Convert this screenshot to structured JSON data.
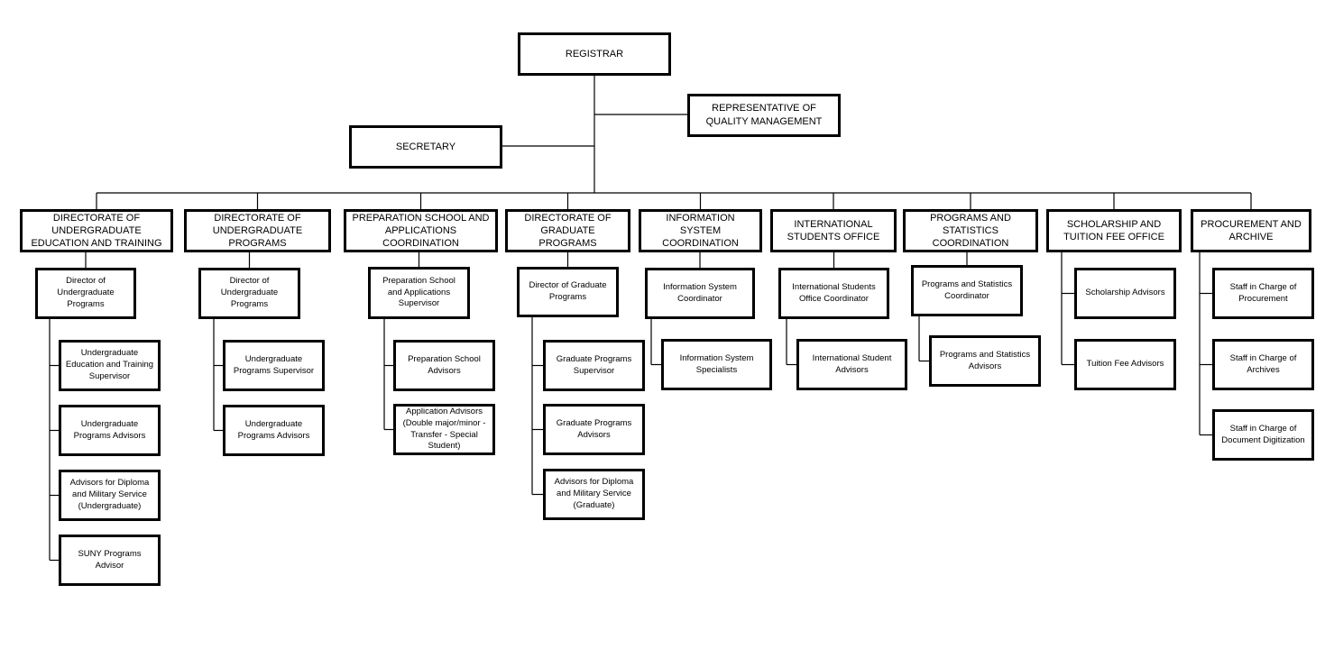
{
  "top": {
    "registrar": "REGISTRAR",
    "quality": "REPRESENTATIVE OF QUALITY MANAGEMENT",
    "secretary": "SECRETARY"
  },
  "departments": [
    {
      "title": "DIRECTORATE OF UNDERGRADUATE EDUCATION AND TRAINING",
      "lead": "Director of Undergraduate Programs",
      "staff": [
        "Undergraduate Education and Training Supervisor",
        "Undergraduate Programs Advisors",
        "Advisors for Diploma and Military Service (Undergraduate)",
        "SUNY Programs Advisor"
      ]
    },
    {
      "title": "DIRECTORATE OF UNDERGRADUATE PROGRAMS",
      "lead": "Director of Undergraduate Programs",
      "staff": [
        "Undergraduate Programs Supervisor",
        "Undergraduate Programs Advisors"
      ]
    },
    {
      "title": "PREPARATION SCHOOL AND APPLICATIONS COORDINATION",
      "lead": "Preparation School and Applications Supervisor",
      "staff": [
        "Preparation School Advisors",
        "Application Advisors (Double major/minor - Transfer - Special Student)"
      ]
    },
    {
      "title": "DIRECTORATE OF GRADUATE PROGRAMS",
      "lead": "Director of Graduate Programs",
      "staff": [
        "Graduate Programs Supervisor",
        "Graduate Programs Advisors",
        "Advisors for Diploma and Military Service (Graduate)"
      ]
    },
    {
      "title": "INFORMATION SYSTEM COORDINATION",
      "lead": "Information System Coordinator",
      "staff": [
        "Information System Specialists"
      ]
    },
    {
      "title": "INTERNATIONAL STUDENTS OFFICE",
      "lead": "International Students Office Coordinator",
      "staff": [
        "International Student Advisors"
      ]
    },
    {
      "title": "PROGRAMS AND STATISTICS COORDINATION",
      "lead": "Programs and Statistics Coordinator",
      "staff": [
        "Programs and Statistics Advisors"
      ]
    },
    {
      "title": "SCHOLARSHIP AND TUITION FEE OFFICE",
      "lead": "",
      "staff": [
        "Scholarship Advisors",
        "Tuition Fee Advisors"
      ]
    },
    {
      "title": "PROCUREMENT AND ARCHIVE",
      "lead": "",
      "staff": [
        "Staff in Charge of Procurement",
        "Staff in Charge of Archives",
        "Staff in Charge of Document Digitization"
      ]
    }
  ]
}
